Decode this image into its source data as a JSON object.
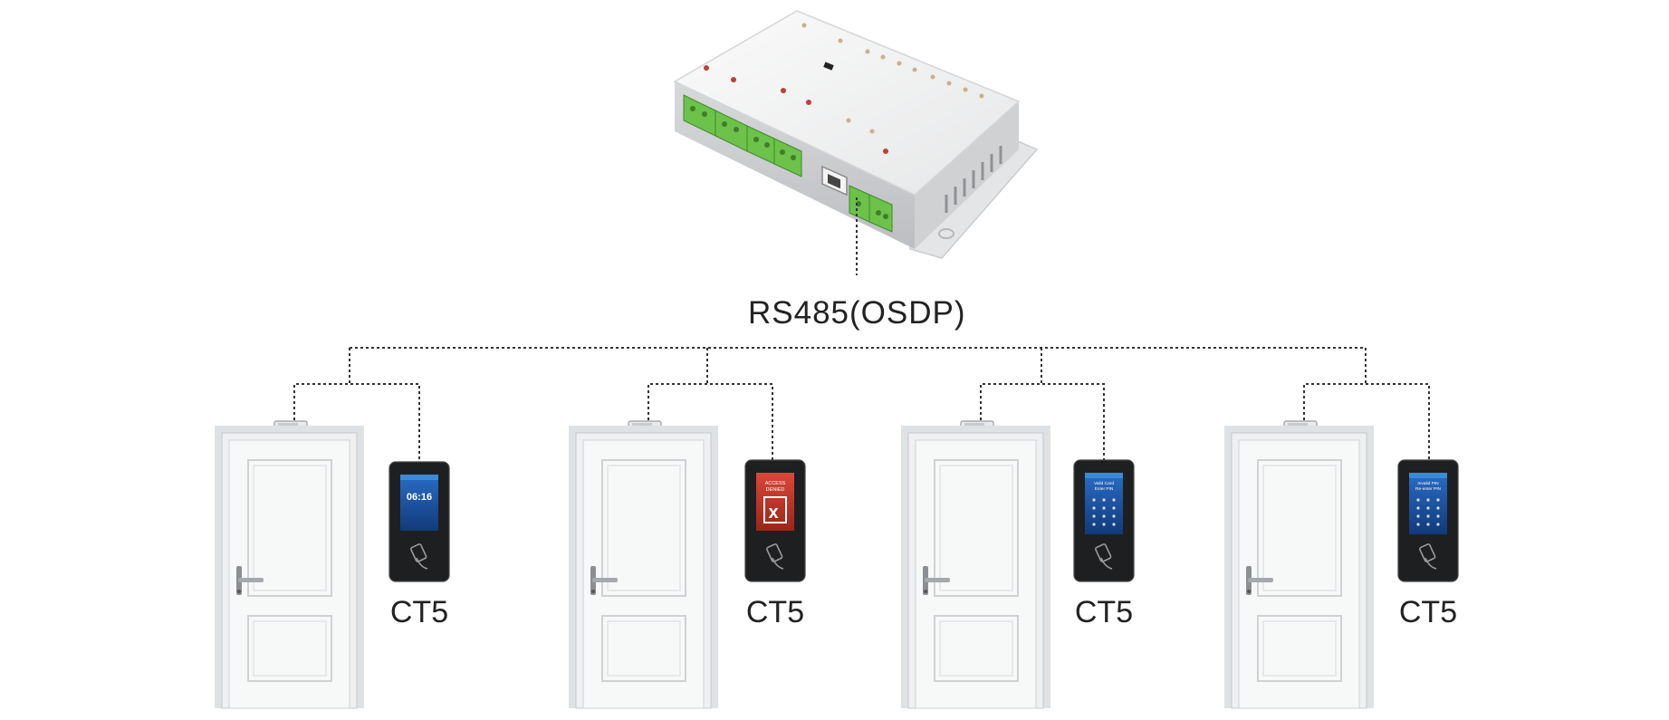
{
  "bus_label": "RS485(OSDP)",
  "controller": {
    "icon": "access-controller-icon"
  },
  "doors": [
    {
      "reader_label": "CT5",
      "reader_screen": {
        "time": "06:16"
      }
    },
    {
      "reader_label": "CT5",
      "reader_screen": {
        "line1": "ACCESS",
        "line2": "DENIED",
        "mark": "x"
      }
    },
    {
      "reader_label": "CT5",
      "reader_screen": {
        "line1": "Valid Card",
        "line2": "Enter PIN"
      }
    },
    {
      "reader_label": "CT5",
      "reader_screen": {
        "line1": "Invalid PIN",
        "line2": "Re-enter PIN"
      }
    }
  ],
  "colors": {
    "line": "#333333",
    "door": "#f2f3f4",
    "door_frame": "#dfe2e4",
    "reader_body": "#1e1f21",
    "screen_blue": "#1c4f9c",
    "screen_red": "#c93a2b",
    "terminal_green": "#6cc24a"
  }
}
